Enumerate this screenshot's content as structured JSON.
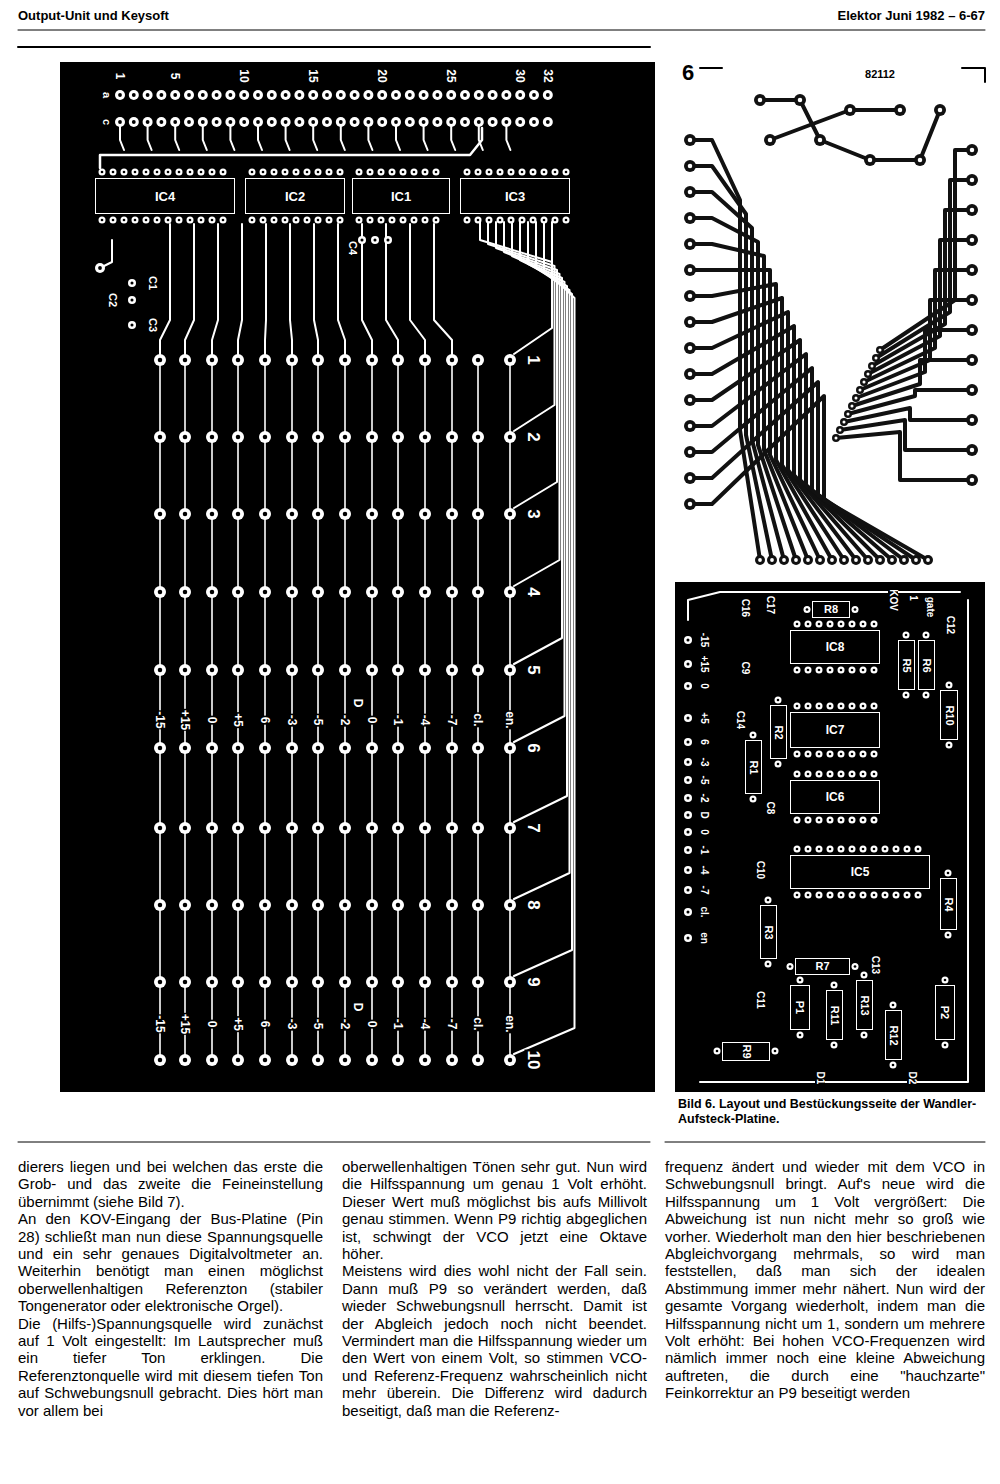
{
  "diagram": {
    "caption": "Bild 6. Layout und Bestückungsseite der Wandler-Aufsteck-Platine.",
    "nodes": [
      {
        "text": [
          "IC4"
        ]
      },
      {
        "text": [
          "IC2"
        ]
      },
      {
        "text": [
          "IC1"
        ]
      },
      {
        "text": [
          "IC3"
        ]
      },
      {
        "text": [
          "IC8"
        ]
      },
      {
        "text": [
          "IC7"
        ]
      },
      {
        "text": [
          "IC6"
        ]
      },
      {
        "text": [
          "IC5"
        ]
      },
      {
        "text": [
          "R8"
        ]
      },
      {
        "text": [
          "R5"
        ]
      },
      {
        "text": [
          "R6"
        ]
      },
      {
        "text": [
          "R10"
        ]
      },
      {
        "text": [
          "R2"
        ]
      },
      {
        "text": [
          "R1"
        ]
      },
      {
        "text": [
          "R4"
        ]
      },
      {
        "text": [
          "R3"
        ]
      },
      {
        "text": [
          "R7"
        ]
      },
      {
        "text": [
          "P1"
        ]
      },
      {
        "text": [
          "R11"
        ]
      },
      {
        "text": [
          "R13"
        ]
      },
      {
        "text": [
          "R12"
        ]
      },
      {
        "text": [
          "P2"
        ]
      },
      {
        "text": [
          "R9"
        ]
      }
    ],
    "labels": [
      "Output-Unit und Keysoft",
      "Elektor Juni 1982 – 6-67",
      "1",
      "5",
      "10",
      "15",
      "20",
      "25",
      "30",
      "32",
      "a",
      "c",
      "C4",
      "C1",
      "C2",
      "C3",
      "1",
      "2",
      "3",
      "4",
      "5",
      "6",
      "7",
      "8",
      "9",
      "10",
      "-15",
      "+15",
      "0",
      "+5",
      "6",
      "-3",
      "-5",
      "-2",
      "D",
      "0",
      "-1",
      "-4",
      "-7",
      "cl.",
      "en.",
      "-15",
      "+15",
      "0",
      "+5",
      "6",
      "-3",
      "-5",
      "-2",
      "D",
      "0",
      "-1",
      "-4",
      "-7",
      "cl.",
      "en.",
      "6",
      "82112",
      "C16",
      "C17",
      "KOV",
      "1",
      "gate",
      "C12",
      "-15",
      "+15",
      "0",
      "C9",
      "C14",
      "+5",
      "6",
      "-3",
      "-5",
      "-2",
      "D",
      "0",
      "-1",
      "-4",
      "-7",
      "cl.",
      "en",
      "C8",
      "C10",
      "C13",
      "C11",
      "D1",
      "D2",
      "dierers liegen und bei welchen das erste die Grob- und das zweite die Feineinstellung übernimmt (siehe Bild 7).",
      "An den KOV-Eingang der Bus-Platine (Pin 28) schließt man nun diese Spannungsquelle und ein sehr genaues Digitalvoltmeter an. Weiterhin benötigt man einen möglichst oberwellenhaltigen Referenzton (stabiler Tongenerator oder elektronische Orgel).",
      "Die (Hilfs-)Spannungsquelle wird zunächst auf 1 Volt eingestellt: Im Lautsprecher muß ein tiefer Ton erklingen. Die Referenztonquelle wird mit diesem tiefen Ton auf Schwebungsnull gebracht. Dies hört man vor allem bei",
      "oberwellenhaltigen Tönen sehr gut. Nun wird die Hilfsspannung um genau 1 Volt erhöht. Dieser Wert muß möglichst bis aufs Millivolt genau stimmen. Wenn P9 richtig abgeglichen ist, schwingt der VCO jetzt eine Oktave höher.",
      "Meistens wird dies wohl nicht der Fall sein. Dann muß P9 so verändert werden, daß wieder Schwebungsnull herrscht. Damit ist der Abgleich jedoch noch nicht beendet. Vermindert man die Hilfsspannung wieder um den Wert von einem Volt, so stimmen VCO- und Referenz-Frequenz wahrscheinlich nicht mehr überein. Die Differenz wird dadurch beseitigt, daß man die Referenz-",
      "frequenz ändert und wieder mit dem VCO in Schwebungsnull bringt. Auf's neue wird die Hilfsspannung um 1 Volt vergrößert: Die Abweichung ist nun nicht mehr so groß wie vorher. Wiederholt man den hier beschriebenen Abgleichvorgang mehrmals, so wird man feststellen, daß man sich der idealen Abstimmung immer mehr nähert. Nun wird der gesamte Vorgang wiederholt, indem man die Hilfsspannung nicht um 1, sondern um mehrere Volt erhöht: Bei hohen VCO-Frequenzen wird nämlich immer noch eine kleine Abweichung auftreten, die durch eine \"hauchzarte\" Feinkorrektur an P9 beseitigt werden"
    ]
  }
}
